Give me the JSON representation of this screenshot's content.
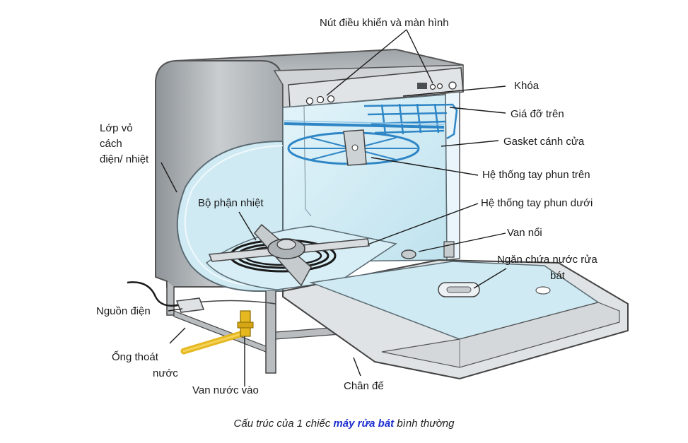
{
  "labels": {
    "controls": "Nút điều khiển và màn hình",
    "lock": "Khóa",
    "upper_rack": "Giá đỡ trên",
    "door_gasket": "Gasket cánh cửa",
    "upper_spray_arm": "Hệ thống tay phun trên",
    "lower_spray_arm": "Hệ thống tay phun dưới",
    "float_valve": "Van nổi",
    "detergent_dispenser_line1": "Ngăn chứa nước rửa",
    "detergent_dispenser_line2": "bát",
    "insulation_line1": "Lớp vỏ",
    "insulation_line2": "cách",
    "insulation_line3": "điện/ nhiệt",
    "heating_element": "Bộ phận nhiệt",
    "power_source": "Nguồn điện",
    "drain_hose_line1": "Ống thoát",
    "drain_hose_line2": "nước",
    "water_inlet_valve": "Van nước vào",
    "base": "Chân đế"
  },
  "caption": {
    "before": "Cấu trúc của 1 chiếc ",
    "highlight": "máy rửa bát",
    "after": " bình thường"
  },
  "colors": {
    "highlight": "#1d2fd0",
    "cabinet_steel": "#b9bdc0",
    "interior_blue": "#cfeaf3",
    "rack_blue": "#2f86c6",
    "pipe_yellow": "#e6b820"
  }
}
